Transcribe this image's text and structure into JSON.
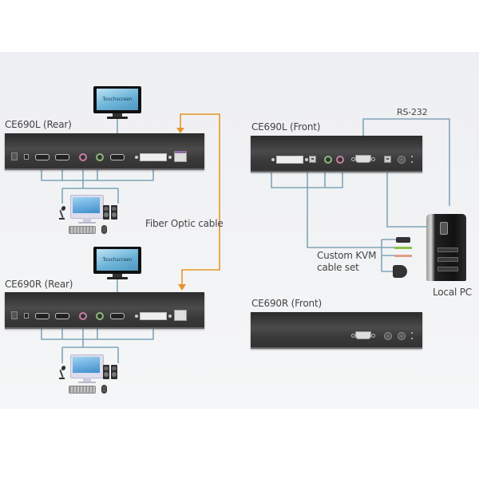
{
  "diagram": {
    "units": {
      "left_rear": {
        "label": "CE690L (Rear)"
      },
      "right_rear": {
        "label": "CE690R (Rear)"
      },
      "left_front": {
        "label": "CE690L (Front)"
      },
      "right_front": {
        "label": "CE690R (Front)"
      }
    },
    "devices": {
      "touchscreen_top": {
        "label": "Touchscreen"
      },
      "touchscreen_bottom": {
        "label": "Touchscreen"
      },
      "local_pc": {
        "label": "Local PC"
      }
    },
    "connections": {
      "fiber": {
        "label": "Fiber Optic cable",
        "color": "#e8952b"
      },
      "rs232": {
        "label": "RS-232"
      },
      "kvm_cable": {
        "label_line1": "Custom KVM",
        "label_line2": "cable set"
      },
      "wire_color": "#7fa5b8"
    },
    "rear_ports": [
      "power",
      "dc-in",
      "hdmi",
      "hdmi",
      "mic-jack",
      "speaker-jack",
      "hdmi-touch",
      "dvi",
      "fiber-sfp"
    ],
    "front_ports_left": [
      "dvi",
      "usb-b",
      "speaker-jack",
      "mic-jack",
      "rs232-db9",
      "usb-b",
      "button",
      "leds"
    ],
    "front_ports_right": [
      "rs232-db9",
      "button",
      "button",
      "leds"
    ]
  }
}
